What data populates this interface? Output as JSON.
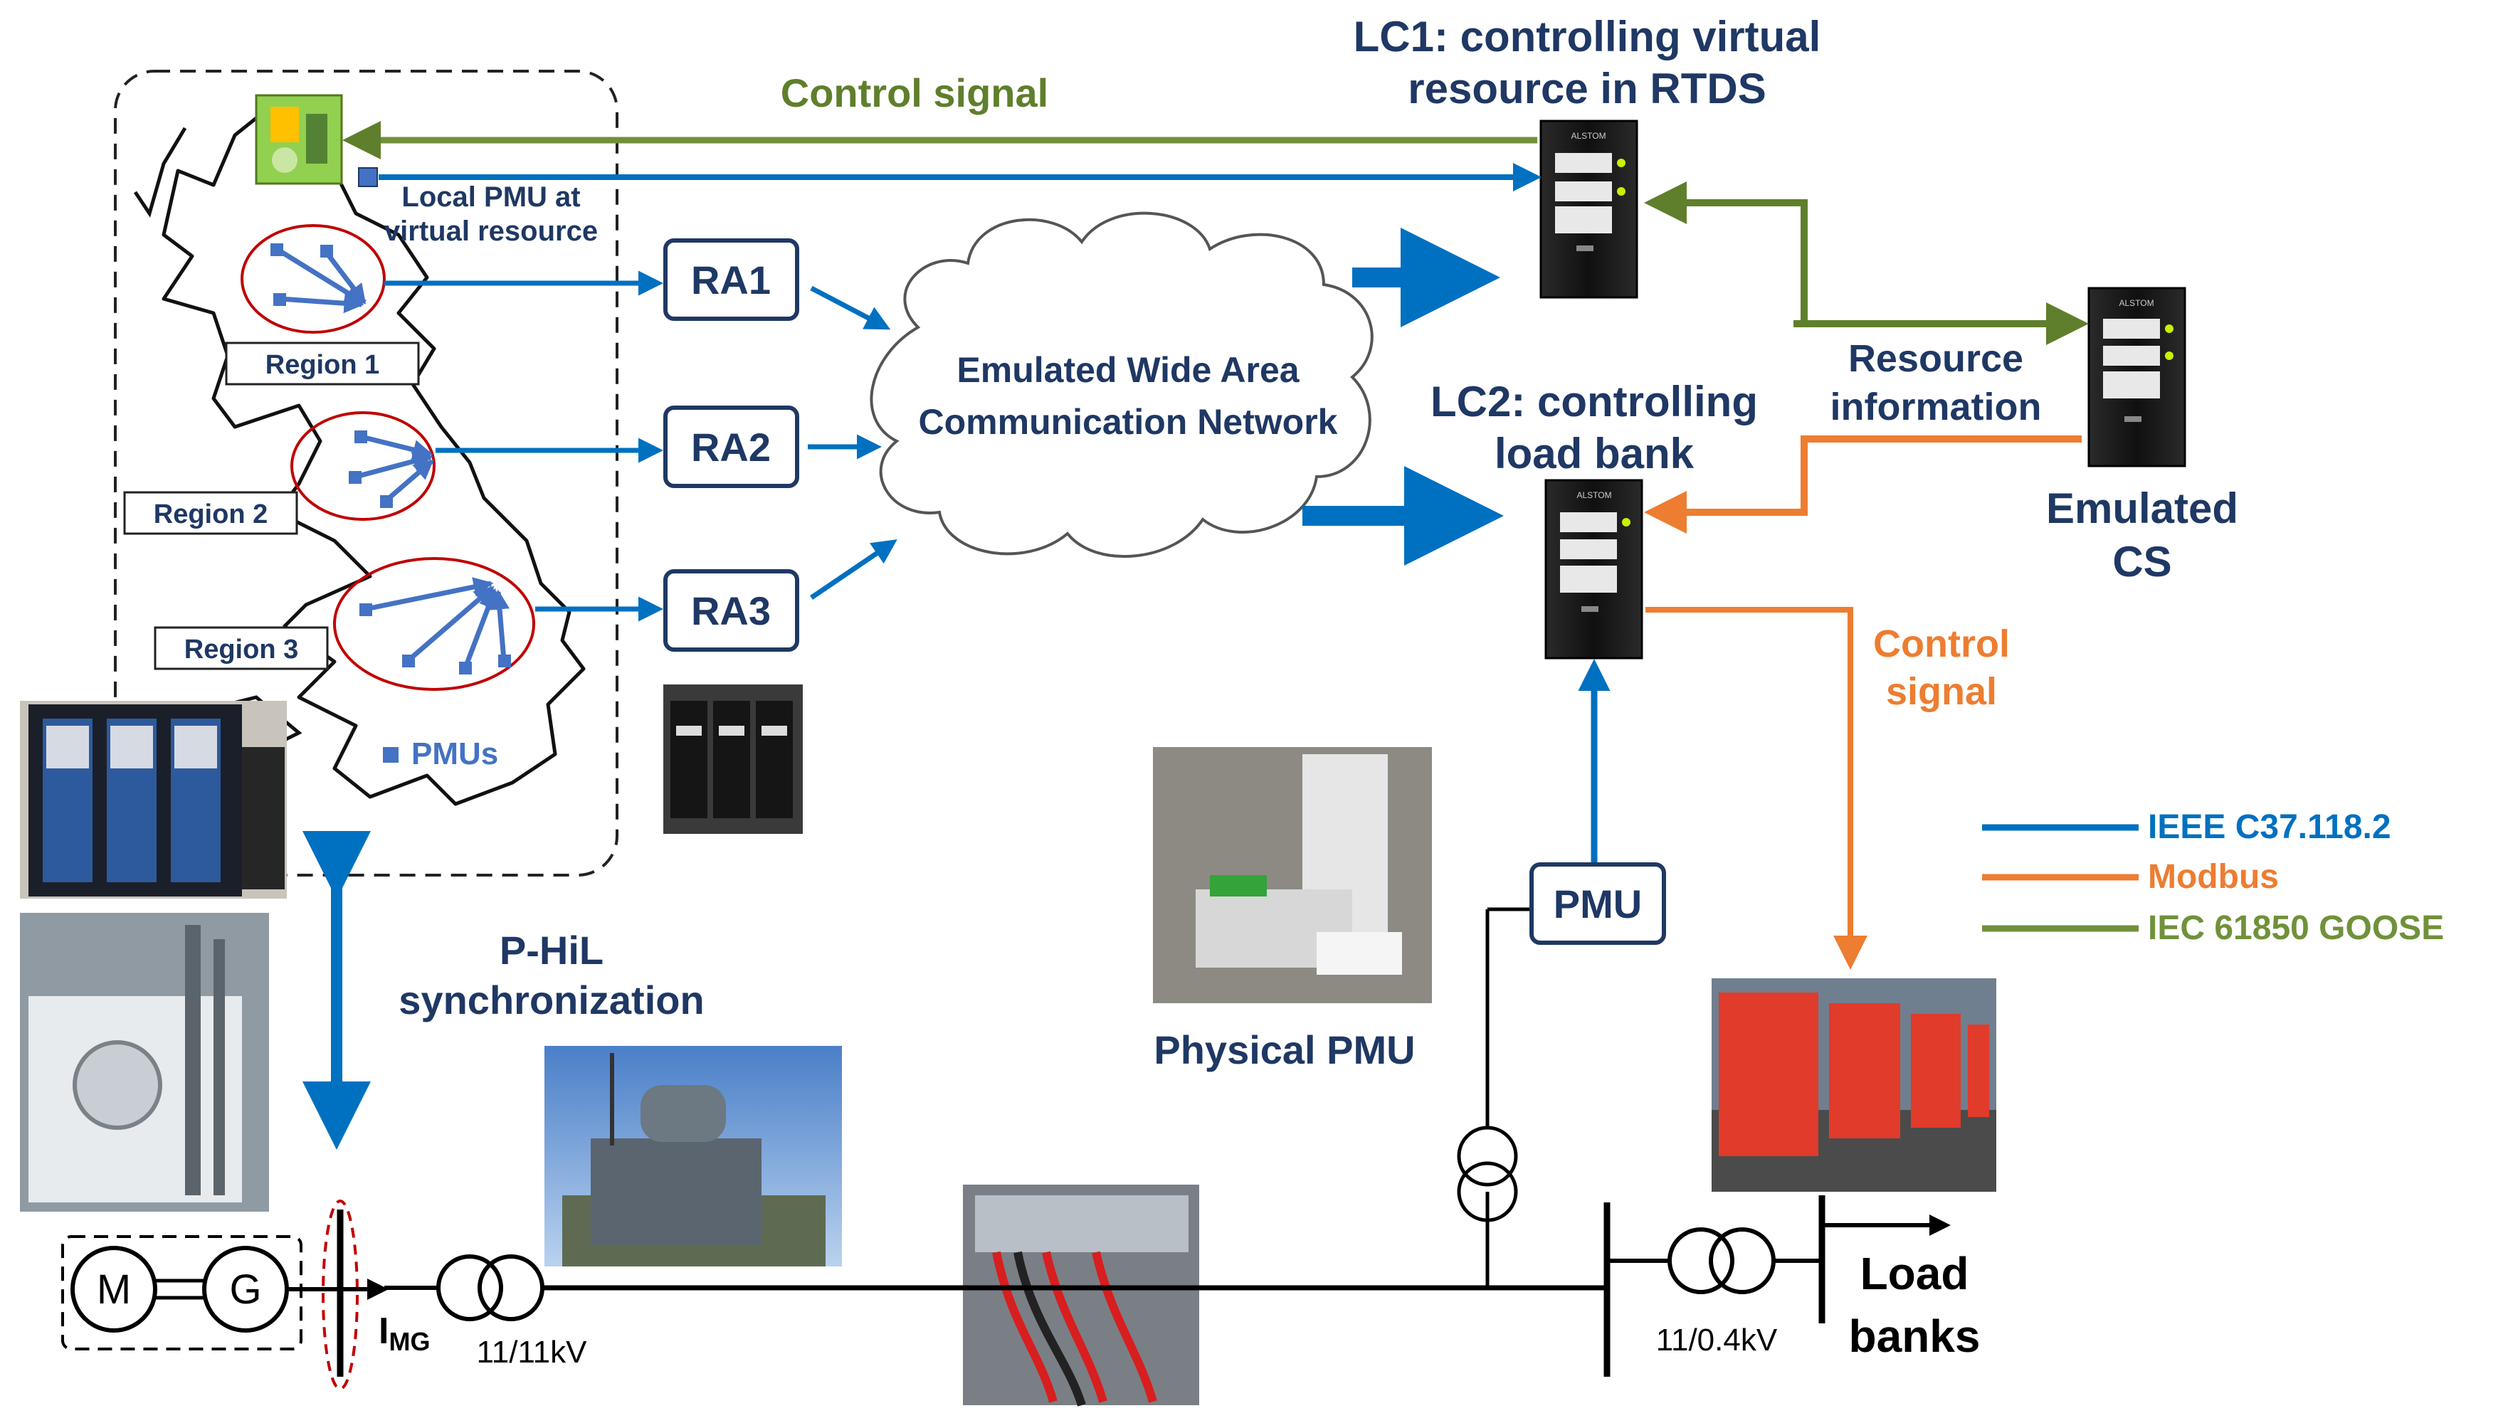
{
  "lc1": {
    "line1": "LC1: controlling virtual",
    "line2": "resource in RTDS"
  },
  "lc2": {
    "line1": "LC2: controlling",
    "line2": "load bank"
  },
  "control_signal_top": "Control signal",
  "control_signal_right": {
    "line1": "Control",
    "line2": "signal"
  },
  "resource_info": {
    "line1": "Resource",
    "line2": "information"
  },
  "emulated_cs": {
    "line1": "Emulated",
    "line2": "CS"
  },
  "local_pmu": {
    "line1": "Local PMU at",
    "line2": "virtual resource"
  },
  "regions": [
    "Region 1",
    "Region 2",
    "Region 3"
  ],
  "pmus_label": "PMUs",
  "ra": [
    "RA1",
    "RA2",
    "RA3"
  ],
  "cloud": {
    "line1": "Emulated Wide Area",
    "line2": "Communication Network"
  },
  "phil": {
    "line1": "P-HiL",
    "line2": "synchronization"
  },
  "physical_pmu": "Physical PMU",
  "pmu_box": "PMU",
  "motor": "M",
  "generator": "G",
  "img_label": {
    "main": "I",
    "sub": "MG"
  },
  "transformer1": "11/11kV",
  "transformer2": "11/0.4kV",
  "load_banks": {
    "line1": "Load",
    "line2": "banks"
  },
  "device_brand": "ALSTOM",
  "legend": [
    {
      "label": "IEEE C37.118.2",
      "color": "#0070c0"
    },
    {
      "label": "Modbus",
      "color": "#ed7d31"
    },
    {
      "label": "IEC 61850 GOOSE",
      "color": "#70913a"
    }
  ],
  "colors": {
    "blue": "#0070c0",
    "orange": "#ed7d31",
    "green": "#5f7f2c",
    "navy": "#1f3864",
    "red_ellipse": "#c00000",
    "pmu_dot": "#4472c4"
  }
}
